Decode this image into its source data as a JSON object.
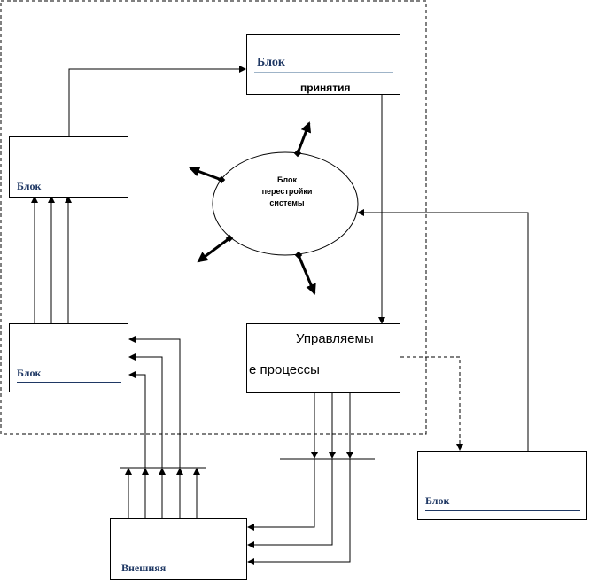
{
  "blocks": {
    "decision": {
      "title": "Блок",
      "subtitle": "принятия"
    },
    "left_upper": {
      "title": "Блок"
    },
    "left_lower": {
      "title": "Блок"
    },
    "processes": {
      "line1": "Управляемы",
      "line2": "е процессы"
    },
    "external": {
      "title": "Внешняя"
    },
    "right": {
      "title": "Блок"
    },
    "restructure": {
      "line1": "Блок",
      "line2": "перестройки",
      "line3": "системы"
    }
  },
  "colors": {
    "label": "#1f3864",
    "line": "#000000"
  }
}
